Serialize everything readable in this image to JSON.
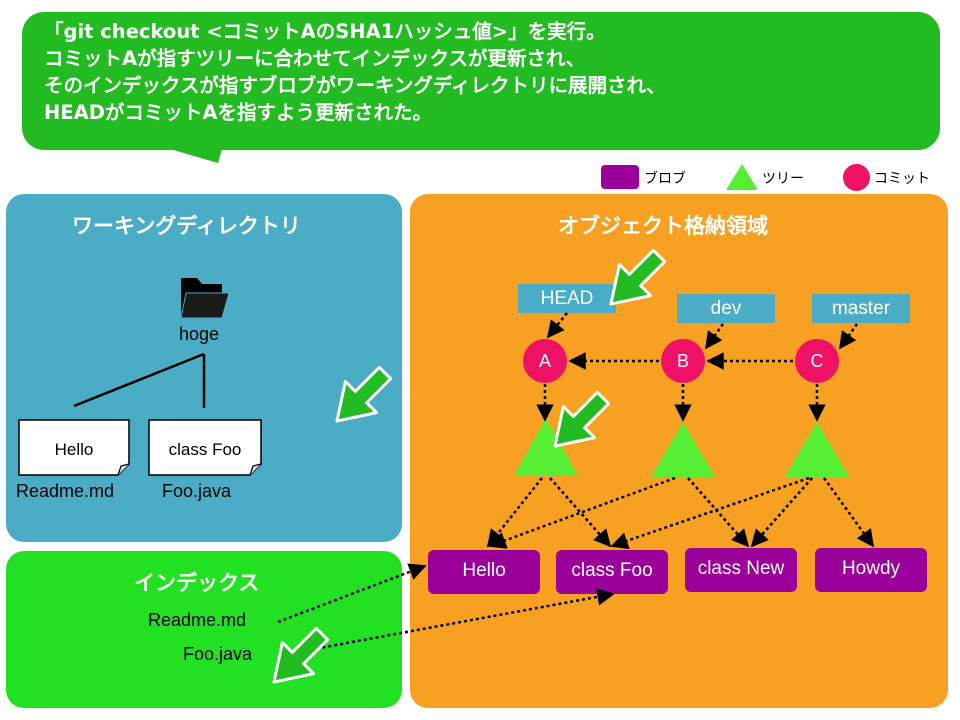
{
  "callout": {
    "lines": [
      "「git checkout <コミットAのSHA1ハッシュ値>」を実行。",
      "コミットAが指すツリーに合わせてインデックスが更新され、",
      "そのインデックスが指すブロブがワーキングディレクトリに展開され、",
      "HEADがコミットAを指すよう更新された。"
    ]
  },
  "legend": {
    "blob": "ブロブ",
    "tree": "ツリー",
    "commit": "コミット"
  },
  "working_dir": {
    "title": "ワーキングディレクトリ",
    "folder_name": "hoge",
    "files": [
      {
        "content": "Hello",
        "filename": "Readme.md"
      },
      {
        "content": "class Foo",
        "filename": "Foo.java"
      }
    ]
  },
  "index": {
    "title": "インデックス",
    "entries": [
      "Readme.md",
      "Foo.java"
    ]
  },
  "object_store": {
    "title": "オブジェクト格納領域",
    "refs": [
      "HEAD",
      "dev",
      "master"
    ],
    "commits": [
      "A",
      "B",
      "C"
    ],
    "blobs": [
      "Hello",
      "class Foo",
      "class New",
      "Howdy"
    ]
  },
  "colors": {
    "callout_bg": "#22bb22",
    "working_dir_bg": "#4bacc6",
    "index_bg": "#22e022",
    "object_store_bg": "#f7a021",
    "commit": "#ee1166",
    "tree": "#55ee33",
    "blob": "#9a009a",
    "ref": "#4bacc6"
  }
}
